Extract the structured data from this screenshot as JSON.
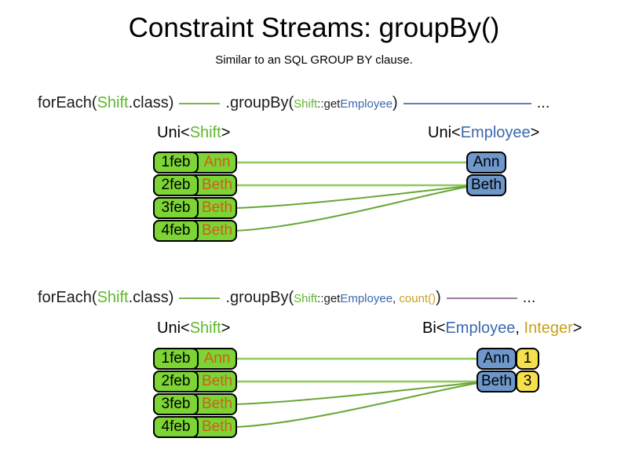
{
  "title": "Constraint Streams: groupBy()",
  "subtitle": "Similar to an SQL GROUP BY clause.",
  "colors": {
    "green_text": "#5FB72D",
    "blue_text": "#3A68AE",
    "gold_text": "#C7A11E",
    "orange_text": "#CE5F17",
    "box_green": "#7DD435",
    "box_blue": "#6E97CB",
    "box_yellow": "#F6E04E",
    "line_green": "#7CB350",
    "line_green_light": "#8FC95E",
    "line_green_dark": "#68A636",
    "line_blue": "#6680B3",
    "line_purple": "#9D7FA6"
  },
  "section1": {
    "code": {
      "foreach_open": "forEach(",
      "foreach_class": "Shift",
      "foreach_close": ".class)",
      "groupby_open": ".groupBy(",
      "arg1_class": "Shift",
      "arg1_accessor": "::get",
      "arg1_type": "Employee",
      "groupby_close": ")",
      "ellipsis": "..."
    },
    "left_label": {
      "open": "Uni<",
      "type": "Shift",
      "close": ">"
    },
    "right_label": {
      "open": "Uni<",
      "type": "Employee",
      "close": ">"
    },
    "rows": [
      {
        "date": "1feb",
        "employee": "Ann"
      },
      {
        "date": "2feb",
        "employee": "Beth"
      },
      {
        "date": "3feb",
        "employee": "Beth"
      },
      {
        "date": "4feb",
        "employee": "Beth"
      }
    ],
    "groups": [
      {
        "name": "Ann"
      },
      {
        "name": "Beth"
      }
    ]
  },
  "section2": {
    "code": {
      "foreach_open": "forEach(",
      "foreach_class": "Shift",
      "foreach_close": ".class)",
      "groupby_open": ".groupBy(",
      "arg1_class": "Shift",
      "arg1_accessor": "::get",
      "arg1_type": "Employee",
      "arg_separator": ", ",
      "arg2_collector": "count()",
      "groupby_close": ")",
      "ellipsis": "..."
    },
    "left_label": {
      "open": "Uni<",
      "type": "Shift",
      "close": ">"
    },
    "right_label": {
      "open": "Bi<",
      "type1": "Employee",
      "separator": ", ",
      "type2": "Integer",
      "close": ">"
    },
    "rows": [
      {
        "date": "1feb",
        "employee": "Ann"
      },
      {
        "date": "2feb",
        "employee": "Beth"
      },
      {
        "date": "3feb",
        "employee": "Beth"
      },
      {
        "date": "4feb",
        "employee": "Beth"
      }
    ],
    "groups": [
      {
        "name": "Ann",
        "count": "1"
      },
      {
        "name": "Beth",
        "count": "3"
      }
    ]
  }
}
